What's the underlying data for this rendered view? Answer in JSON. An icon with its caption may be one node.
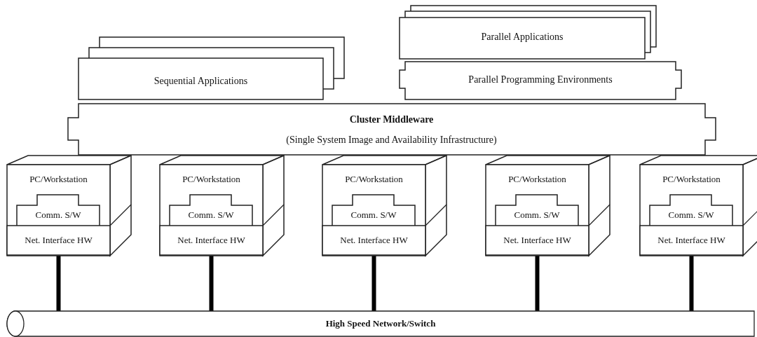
{
  "diagram": {
    "nodes": [
      {
        "text": [
          "Sequential Applications"
        ]
      },
      {
        "text": [
          "Parallel Applications"
        ]
      },
      {
        "text": [
          "Parallel Programming Environments"
        ]
      },
      {
        "text": [
          "Cluster Middleware",
          "(Single System Image and Availability Infrastructure)"
        ]
      },
      {
        "text": [
          "PC/Workstation"
        ]
      },
      {
        "text": [
          "Comm. S/W"
        ],
        "in": 4
      },
      {
        "text": [
          "Net. Interface HW"
        ],
        "in": 4
      },
      {
        "text": [
          "PC/Workstation"
        ]
      },
      {
        "text": [
          "Comm. S/W"
        ],
        "in": 7
      },
      {
        "text": [
          "Net. Interface HW"
        ],
        "in": 7
      },
      {
        "text": [
          "PC/Workstation"
        ]
      },
      {
        "text": [
          "Comm. S/W"
        ],
        "in": 10
      },
      {
        "text": [
          "Net. Interface HW"
        ],
        "in": 10
      },
      {
        "text": [
          "PC/Workstation"
        ]
      },
      {
        "text": [
          "Comm. S/W"
        ],
        "in": 13
      },
      {
        "text": [
          "Net. Interface HW"
        ],
        "in": 13
      },
      {
        "text": [
          "PC/Workstation"
        ]
      },
      {
        "text": [
          "Comm. S/W"
        ],
        "in": 16
      },
      {
        "text": [
          "Net. Interface HW"
        ],
        "in": 16
      },
      {
        "text": [
          "High Speed Network/Switch"
        ]
      }
    ],
    "edges": [
      {
        "from": 6,
        "to": 19,
        "arrow": "none"
      },
      {
        "from": 9,
        "to": 19,
        "arrow": "none"
      },
      {
        "from": 12,
        "to": 19,
        "arrow": "none"
      },
      {
        "from": 15,
        "to": 19,
        "arrow": "none"
      },
      {
        "from": 18,
        "to": 19,
        "arrow": "none"
      }
    ]
  }
}
